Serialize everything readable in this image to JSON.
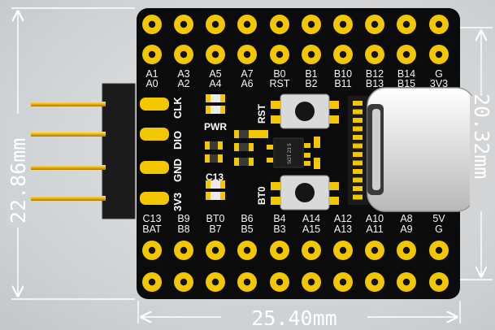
{
  "dimensions": {
    "height_label": "22.86mm",
    "width_label": "25.40mm",
    "inner_height_label": "20.32mm"
  },
  "pin_rows": {
    "top_label_row_1": [
      "A1",
      "A3",
      "A5",
      "A7",
      "B0",
      "B1",
      "B10",
      "B12",
      "B14",
      "G"
    ],
    "top_label_row_2": [
      "A0",
      "A2",
      "A4",
      "A6",
      "RST",
      "B2",
      "B11",
      "B13",
      "B15",
      "3V3"
    ],
    "bottom_label_row_1": [
      "C13",
      "B9",
      "BT0",
      "B6",
      "B4",
      "A14",
      "A12",
      "A10",
      "A8",
      "5V"
    ],
    "bottom_label_row_2": [
      "BAT",
      "B8",
      "B7",
      "B5",
      "B3",
      "A15",
      "A13",
      "A11",
      "A9",
      "G"
    ]
  },
  "side_header": {
    "labels": [
      "CLK",
      "DIO",
      "GND",
      "3V3"
    ]
  },
  "board_labels": {
    "pwr": "PWR",
    "c13": "C13",
    "rst": "RST",
    "bt0": "BT0",
    "chip": "SOT 23 5"
  },
  "colors": {
    "pcb": "#0a0a0a",
    "gold": "#f2c700",
    "usb_metal": "#e6e6e6",
    "pin_gold": "#e8b41a"
  }
}
